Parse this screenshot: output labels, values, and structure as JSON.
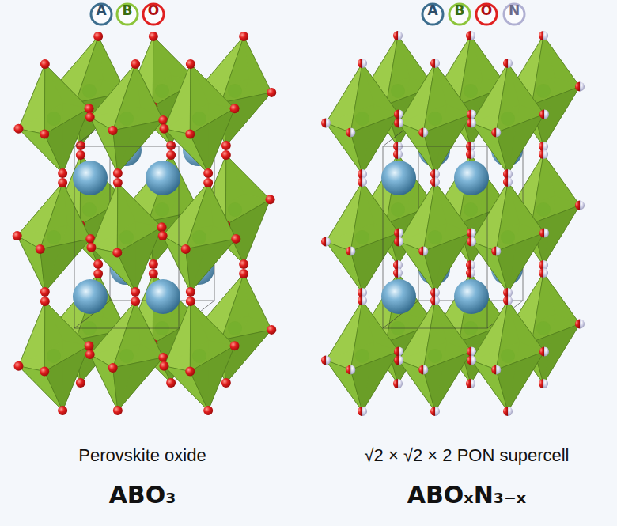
{
  "diagram": {
    "nodes": [
      {
        "text": [
          "A"
        ]
      },
      {
        "text": [
          "B"
        ]
      },
      {
        "text": [
          "O"
        ]
      },
      {
        "text": [
          "A"
        ]
      },
      {
        "text": [
          "B"
        ]
      },
      {
        "text": [
          "O"
        ]
      },
      {
        "text": [
          "N"
        ]
      }
    ],
    "labels": [
      "Perovskite oxide",
      "ABO₃",
      "√2 × √2 × 2 PON supercell",
      "ABOₓN₃₋ₓ"
    ]
  }
}
